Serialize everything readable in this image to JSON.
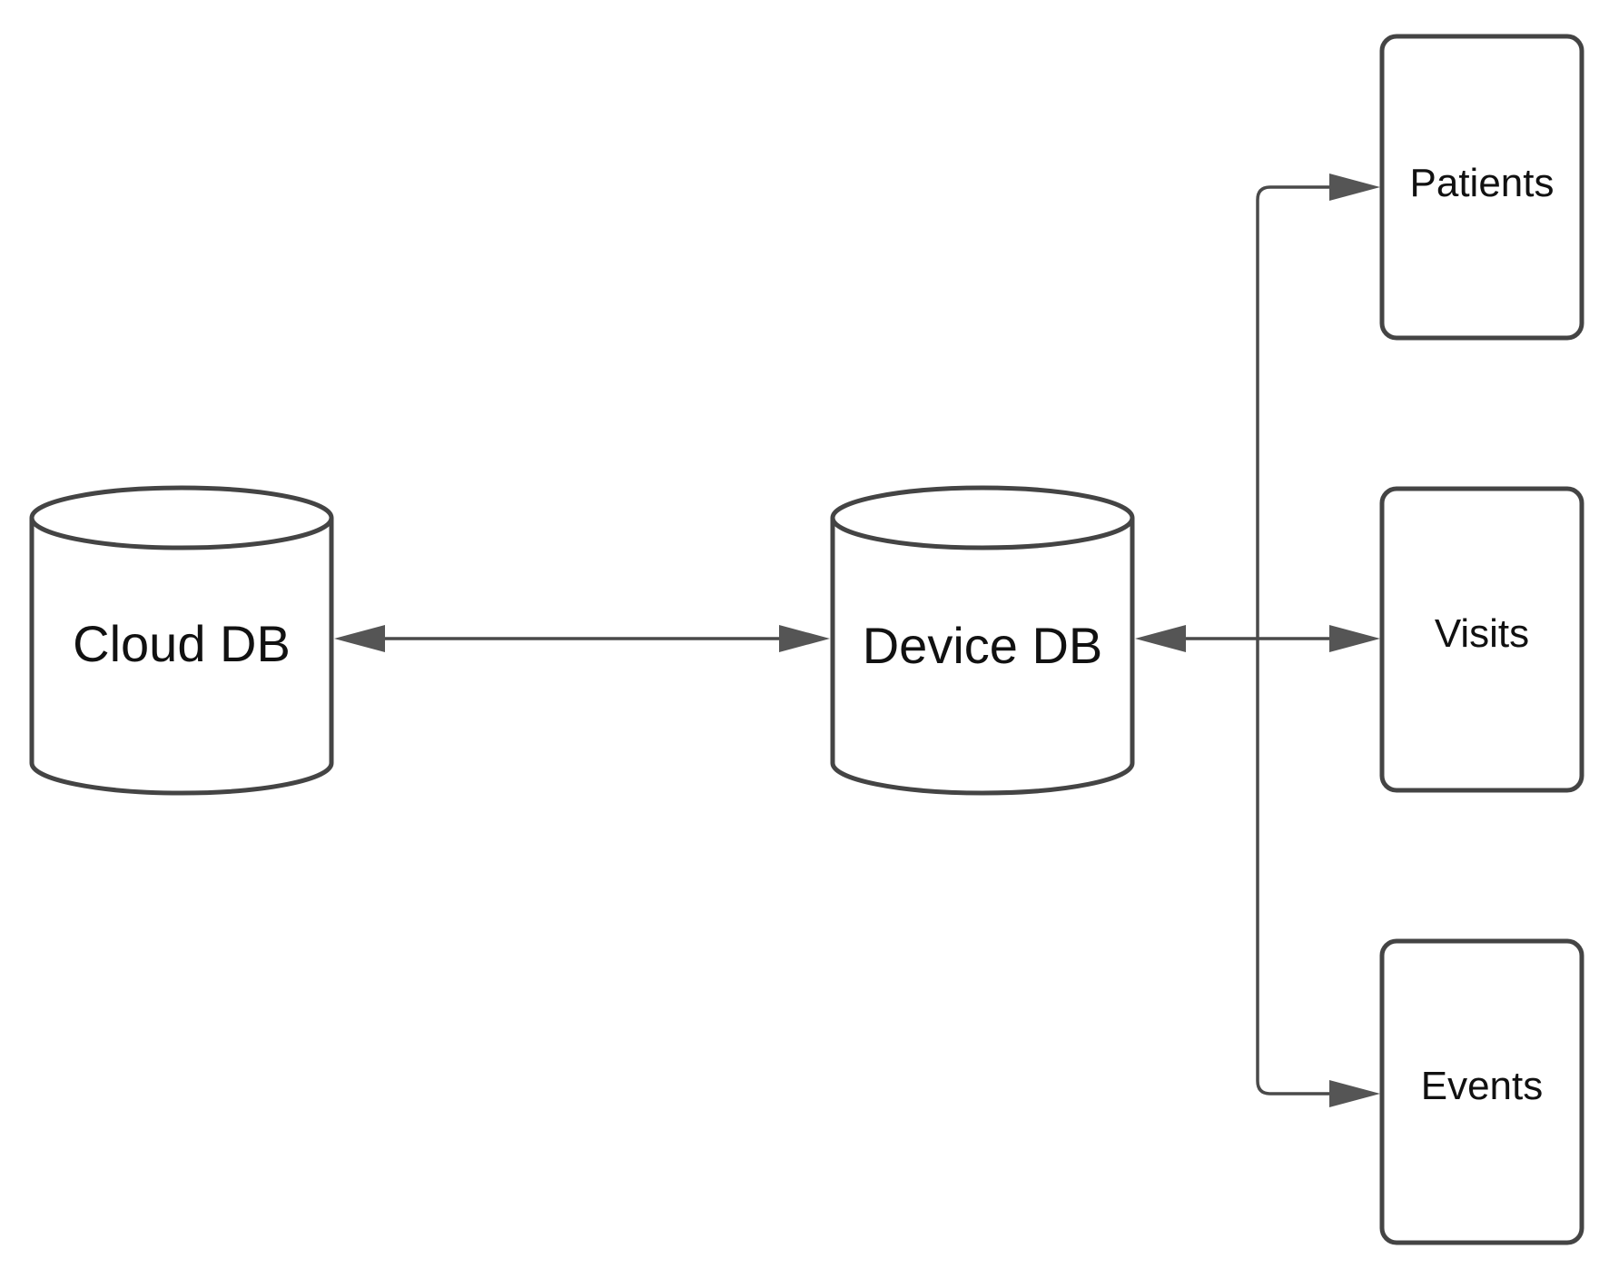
{
  "diagram": {
    "nodes": {
      "cloud_db": {
        "label": "Cloud DB",
        "shape": "cylinder"
      },
      "device_db": {
        "label": "Device DB",
        "shape": "cylinder"
      },
      "patients": {
        "label": "Patients",
        "shape": "rounded-rectangle"
      },
      "visits": {
        "label": "Visits",
        "shape": "rounded-rectangle"
      },
      "events": {
        "label": "Events",
        "shape": "rounded-rectangle"
      }
    },
    "edges": [
      {
        "from": "cloud_db",
        "to": "device_db",
        "direction": "both"
      },
      {
        "from": "device_db",
        "to": "patients",
        "direction": "both"
      },
      {
        "from": "device_db",
        "to": "visits",
        "direction": "both"
      },
      {
        "from": "device_db",
        "to": "events",
        "direction": "both"
      }
    ],
    "colors": {
      "stroke": "#444444",
      "arrow": "#555555",
      "text": "#111111",
      "background": "#ffffff"
    }
  }
}
